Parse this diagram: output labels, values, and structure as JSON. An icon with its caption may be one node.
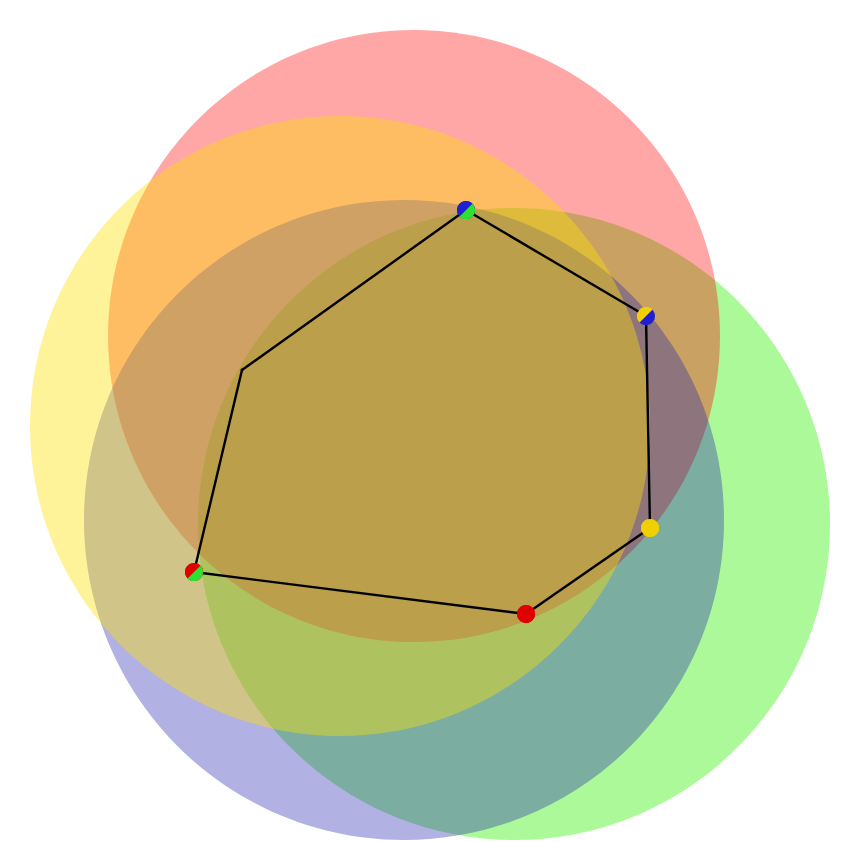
{
  "diagram": {
    "nodes": [
      {
        "text": [],
        "shape": "circle"
      },
      {
        "text": [],
        "shape": "circle"
      },
      {
        "text": [],
        "shape": "circle"
      },
      {
        "text": [],
        "shape": "circle"
      },
      {
        "text": [],
        "shape": "circle"
      },
      {
        "text": [],
        "shape": "point"
      }
    ],
    "edges": [
      {
        "from": 0,
        "to": 1,
        "arrow": "none"
      },
      {
        "from": 1,
        "to": 2,
        "arrow": "none"
      },
      {
        "from": 2,
        "to": 3,
        "arrow": "none"
      },
      {
        "from": 3,
        "to": 4,
        "arrow": "none"
      },
      {
        "from": 4,
        "to": 5,
        "arrow": "none"
      },
      {
        "from": 5,
        "to": 0,
        "arrow": "none"
      }
    ]
  }
}
